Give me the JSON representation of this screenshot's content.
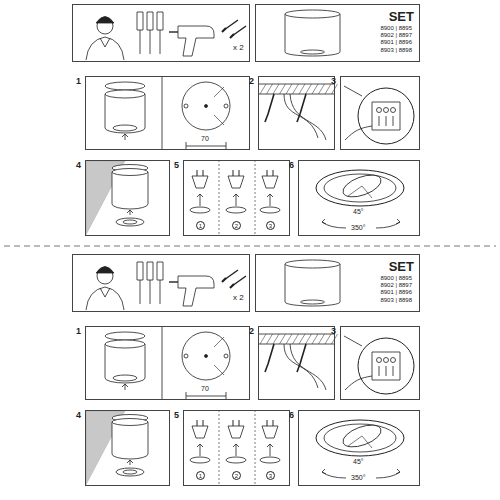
{
  "diagram": {
    "nodes": [
      {
        "text": [
          "x 2"
        ]
      },
      {
        "text": [
          "SET",
          "8900 | 8895 8902 | 8897 8901 | 8896 8903 | 8898"
        ]
      },
      {
        "text": [
          "1"
        ]
      },
      {
        "text": [
          "2"
        ]
      },
      {
        "text": [
          "3"
        ]
      },
      {
        "text": [
          "4"
        ]
      },
      {
        "text": [
          "5"
        ]
      },
      {
        "text": [
          "6"
        ]
      },
      {
        "text": [
          "x 2"
        ]
      },
      {
        "text": [
          "SET",
          "8900 | 8895 8902 | 8897 8901 | 8896 8903 | 8898"
        ]
      },
      {
        "text": [
          "1"
        ]
      },
      {
        "text": [
          "2"
        ]
      },
      {
        "text": [
          "3"
        ]
      },
      {
        "text": [
          "4"
        ]
      },
      {
        "text": [
          "5"
        ]
      },
      {
        "text": [
          "6"
        ]
      }
    ],
    "labels": [
      "70",
      "1",
      "2",
      "3",
      "45°",
      "350°",
      "70",
      "1",
      "2",
      "3",
      "45°",
      "350°"
    ]
  }
}
